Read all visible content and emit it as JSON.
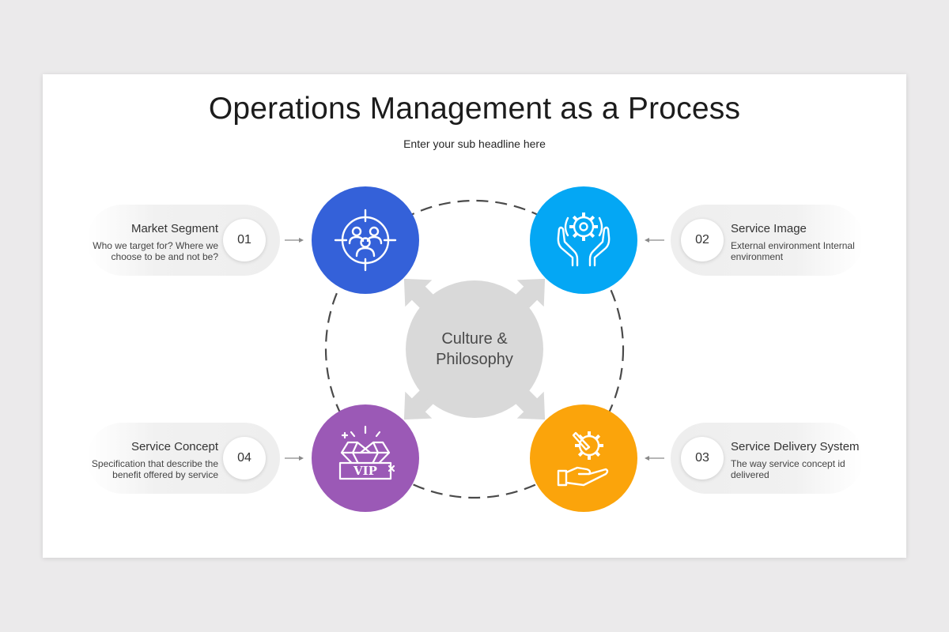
{
  "header": {
    "title": "Operations Management as a Process",
    "subtitle": "Enter your sub headline here"
  },
  "center": {
    "label": "Culture & Philosophy"
  },
  "steps": [
    {
      "number": "01",
      "title": "Market Segment",
      "description": "Who we target for? Where we choose to be and not be?",
      "color": "#3461d9",
      "icon": "target-audience-icon"
    },
    {
      "number": "02",
      "title": "Service Image",
      "description": "External environment Internal environment",
      "color": "#04a7f4",
      "icon": "hands-gear-icon"
    },
    {
      "number": "03",
      "title": "Service Delivery System",
      "description": "The way service concept id delivered",
      "color": "#fba40b",
      "icon": "hand-gear-icon"
    },
    {
      "number": "04",
      "title": "Service Concept",
      "description": "Specification that describe the benefit offered by service",
      "color": "#9b59b6",
      "icon": "vip-diamond-icon"
    }
  ]
}
